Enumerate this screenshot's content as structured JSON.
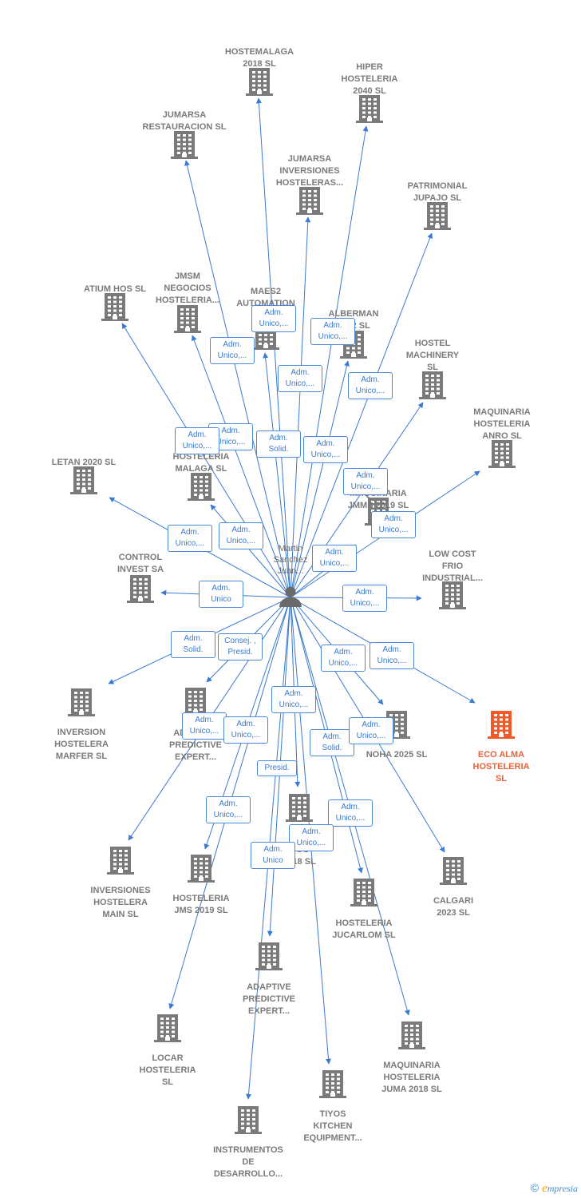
{
  "center": {
    "lines": [
      "Martin",
      "Sanchez",
      "Juan..."
    ],
    "icon": "person-icon"
  },
  "colors": {
    "edge": "#3a7ad0",
    "building": "#7a7a7a",
    "highlight": "#f05a28"
  },
  "nodes": [
    {
      "id": "hostemalaga",
      "lines": [
        "HOSTEMALAGA",
        "2018 SL"
      ]
    },
    {
      "id": "hiper",
      "lines": [
        "HIPER",
        "HOSTELERIA",
        "2040 SL"
      ]
    },
    {
      "id": "jumarsa-rest",
      "lines": [
        "JUMARSA",
        "RESTAURACION SL"
      ]
    },
    {
      "id": "jumarsa-inv",
      "lines": [
        "JUMARSA",
        "INVERSIONES",
        "HOSTELERAS..."
      ]
    },
    {
      "id": "patrimonial",
      "lines": [
        "PATRIMONIAL",
        "JUPAJO SL"
      ]
    },
    {
      "id": "atium",
      "lines": [
        "ATIUM HOS SL"
      ]
    },
    {
      "id": "jmsm",
      "lines": [
        "JMSM",
        "NEGOCIOS",
        "HOSTELERIA..."
      ]
    },
    {
      "id": "maes2",
      "lines": [
        "MAES2",
        "AUTOMATION"
      ]
    },
    {
      "id": "alberman",
      "lines": [
        "ALBERMAN",
        "2022 SL"
      ]
    },
    {
      "id": "hostel-mach",
      "lines": [
        "HOSTEL",
        "MACHINERY",
        "SL"
      ]
    },
    {
      "id": "maq-anro",
      "lines": [
        "MAQUINARIA",
        "HOSTELERIA",
        "ANRO SL"
      ]
    },
    {
      "id": "letan",
      "lines": [
        "LETAN 2020 SL"
      ]
    },
    {
      "id": "h-malaga",
      "lines": [
        "HOSTELERIA",
        "MALAGA SL"
      ]
    },
    {
      "id": "jmms",
      "lines": [
        "MAQUINARIA",
        "JMMS 2019 SL"
      ]
    },
    {
      "id": "control",
      "lines": [
        "CONTROL",
        "INVEST SA"
      ]
    },
    {
      "id": "lowcost",
      "lines": [
        "LOW COST",
        "FRIO",
        "INDUSTRIAL..."
      ]
    },
    {
      "id": "marfer",
      "lines": [
        "INVERSION",
        "HOSTELERA",
        "MARFER SL"
      ]
    },
    {
      "id": "adaptive1",
      "lines": [
        "ADAPTIVE",
        "PREDICTIVE",
        "EXPERT..."
      ]
    },
    {
      "id": "noha",
      "lines": [
        "NOHA 2025 SL"
      ]
    },
    {
      "id": "eco",
      "lines": [
        "ECO ALMA",
        "HOSTELERIA",
        "SL"
      ]
    },
    {
      "id": "sa2018",
      "lines": [
        "SA",
        "HOS",
        "2018 SL"
      ]
    },
    {
      "id": "inv-main",
      "lines": [
        "INVERSIONES",
        "HOSTELERA",
        "MAIN SL"
      ]
    },
    {
      "id": "jms2019",
      "lines": [
        "HOSTELERIA",
        "JMS 2019 SL"
      ]
    },
    {
      "id": "calgari",
      "lines": [
        "CALGARI",
        "2023 SL"
      ]
    },
    {
      "id": "jucarlom",
      "lines": [
        "HOSTELERIA",
        "JUCARLOM SL"
      ]
    },
    {
      "id": "adaptive2",
      "lines": [
        "ADAPTIVE",
        "PREDICTIVE",
        "EXPERT..."
      ]
    },
    {
      "id": "locar",
      "lines": [
        "LOCAR",
        "HOSTELERIA",
        "SL"
      ]
    },
    {
      "id": "juma",
      "lines": [
        "MAQUINARIA",
        "HOSTELERIA",
        "JUMA 2018 SL"
      ]
    },
    {
      "id": "tiyos",
      "lines": [
        "TIYOS",
        "KITCHEN",
        "EQUIPMENT..."
      ]
    },
    {
      "id": "instrumentos",
      "lines": [
        "INSTRUMENTOS",
        "DE",
        "DESARROLLO..."
      ]
    }
  ],
  "edge_labels": [
    {
      "id": "e1",
      "lines": [
        "Adm.",
        "Unico,..."
      ]
    },
    {
      "id": "e2",
      "lines": [
        "Adm.",
        "Unico,..."
      ]
    },
    {
      "id": "e3",
      "lines": [
        "Adm.",
        "Unico,..."
      ]
    },
    {
      "id": "e4",
      "lines": [
        "Adm.",
        "Unico,..."
      ]
    },
    {
      "id": "e5",
      "lines": [
        "Adm.",
        "Unico,..."
      ]
    },
    {
      "id": "e6",
      "lines": [
        "Adm.",
        "Unico,..."
      ]
    },
    {
      "id": "e7",
      "lines": [
        "Adm.",
        "Unico,..."
      ]
    },
    {
      "id": "e8",
      "lines": [
        "Adm.",
        "Solid."
      ]
    },
    {
      "id": "e9",
      "lines": [
        "Adm.",
        "Unico,..."
      ]
    },
    {
      "id": "e10",
      "lines": [
        "Adm.",
        "Unico,..."
      ]
    },
    {
      "id": "e11",
      "lines": [
        "Adm.",
        "Unico,..."
      ]
    },
    {
      "id": "e12",
      "lines": [
        "Adm.",
        "Unico,..."
      ]
    },
    {
      "id": "e13",
      "lines": [
        "Adm.",
        "Unico,..."
      ]
    },
    {
      "id": "e14",
      "lines": [
        "Adm.",
        "Unico,..."
      ]
    },
    {
      "id": "e15",
      "lines": [
        "Adm.",
        "Unico"
      ]
    },
    {
      "id": "e16",
      "lines": [
        "Adm.",
        "Unico,..."
      ]
    },
    {
      "id": "e17",
      "lines": [
        "Adm.",
        "Solid."
      ]
    },
    {
      "id": "e18",
      "lines": [
        "Consej. ,",
        "Presid."
      ]
    },
    {
      "id": "e19",
      "lines": [
        "Adm.",
        "Unico,..."
      ]
    },
    {
      "id": "e20",
      "lines": [
        "Adm.",
        "Unico,..."
      ]
    },
    {
      "id": "e21",
      "lines": [
        "Adm.",
        "Unico,..."
      ]
    },
    {
      "id": "e22",
      "lines": [
        "Adm.",
        "Unico,..."
      ]
    },
    {
      "id": "e23",
      "lines": [
        "Adm.",
        "Unico,..."
      ]
    },
    {
      "id": "e24",
      "lines": [
        "Adm.",
        "Solid."
      ]
    },
    {
      "id": "e25",
      "lines": [
        "Adm.",
        "Unico,..."
      ]
    },
    {
      "id": "e26",
      "lines": [
        "Presid."
      ]
    },
    {
      "id": "e27",
      "lines": [
        "Adm.",
        "Unico,..."
      ]
    },
    {
      "id": "e28",
      "lines": [
        "Adm.",
        "Unico,..."
      ]
    },
    {
      "id": "e29",
      "lines": [
        "Adm.",
        "Unico,..."
      ]
    },
    {
      "id": "e30",
      "lines": [
        "Adm.",
        "Unico"
      ]
    }
  ],
  "copyright": {
    "symbol": "©",
    "brand_initial": "e",
    "brand_rest": "mpresia"
  }
}
